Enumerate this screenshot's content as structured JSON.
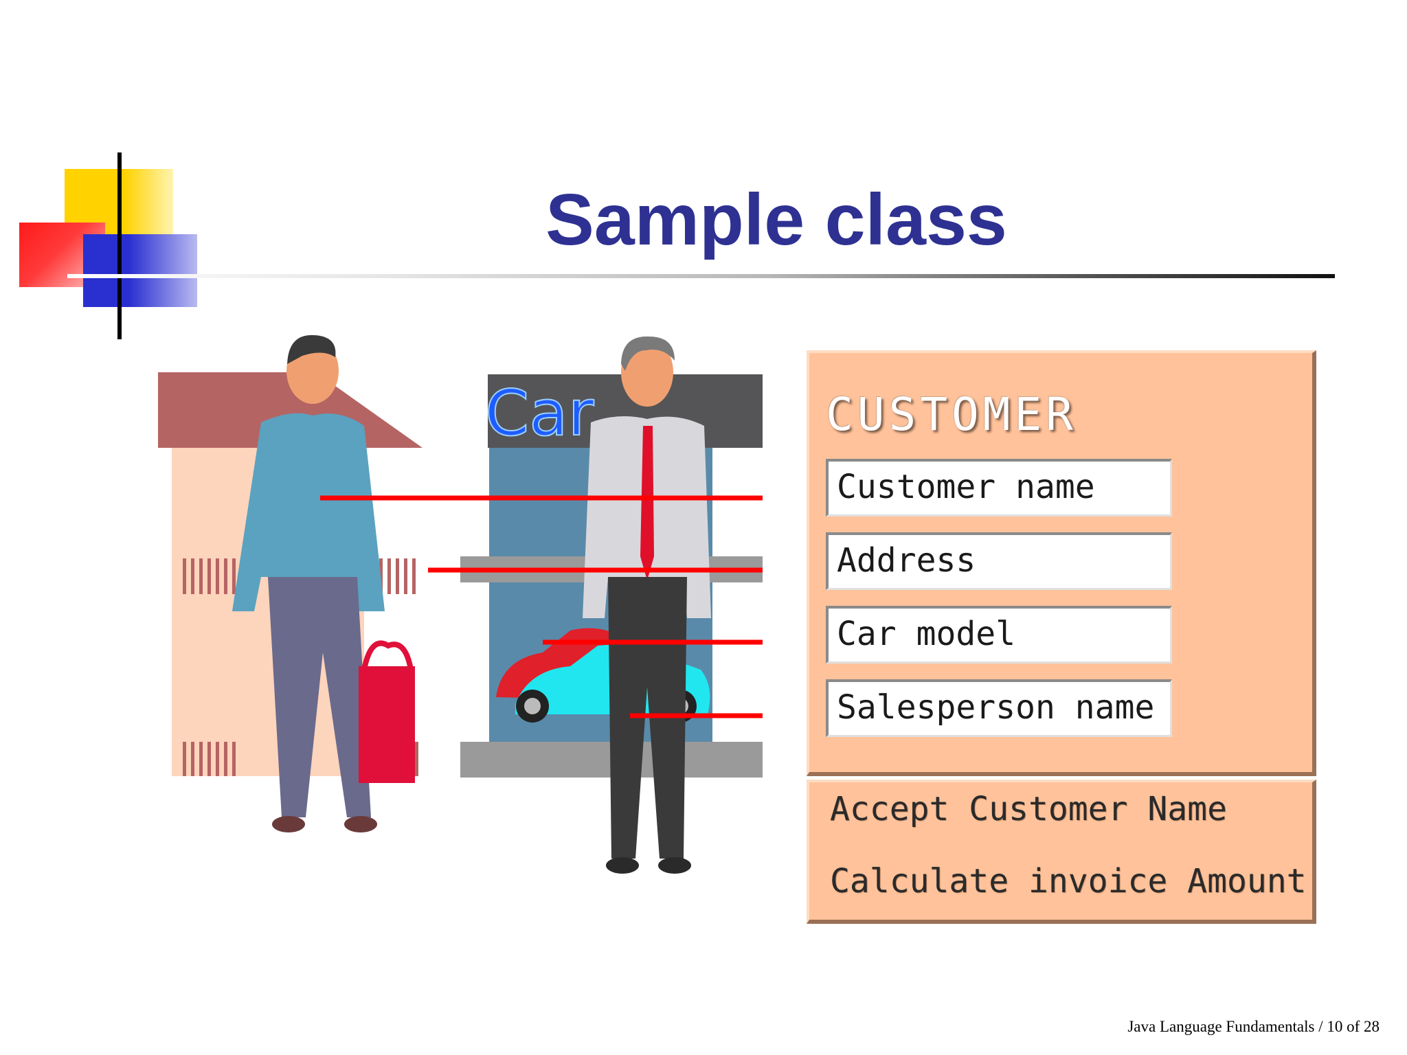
{
  "slide": {
    "title": "Sample class",
    "footer": "Java Language Fundamentals / 10 of 28"
  },
  "illustration": {
    "car_sign": "Car"
  },
  "class_box": {
    "class_name": "CUSTOMER",
    "attributes": [
      "Customer name",
      "Address",
      "Car model",
      "Salesperson name"
    ],
    "methods": [
      "Accept Customer Name",
      "Calculate invoice Amount"
    ]
  },
  "colors": {
    "title": "#2e3192",
    "arrows": "#ff0000",
    "class_box": "#ffc29a"
  }
}
